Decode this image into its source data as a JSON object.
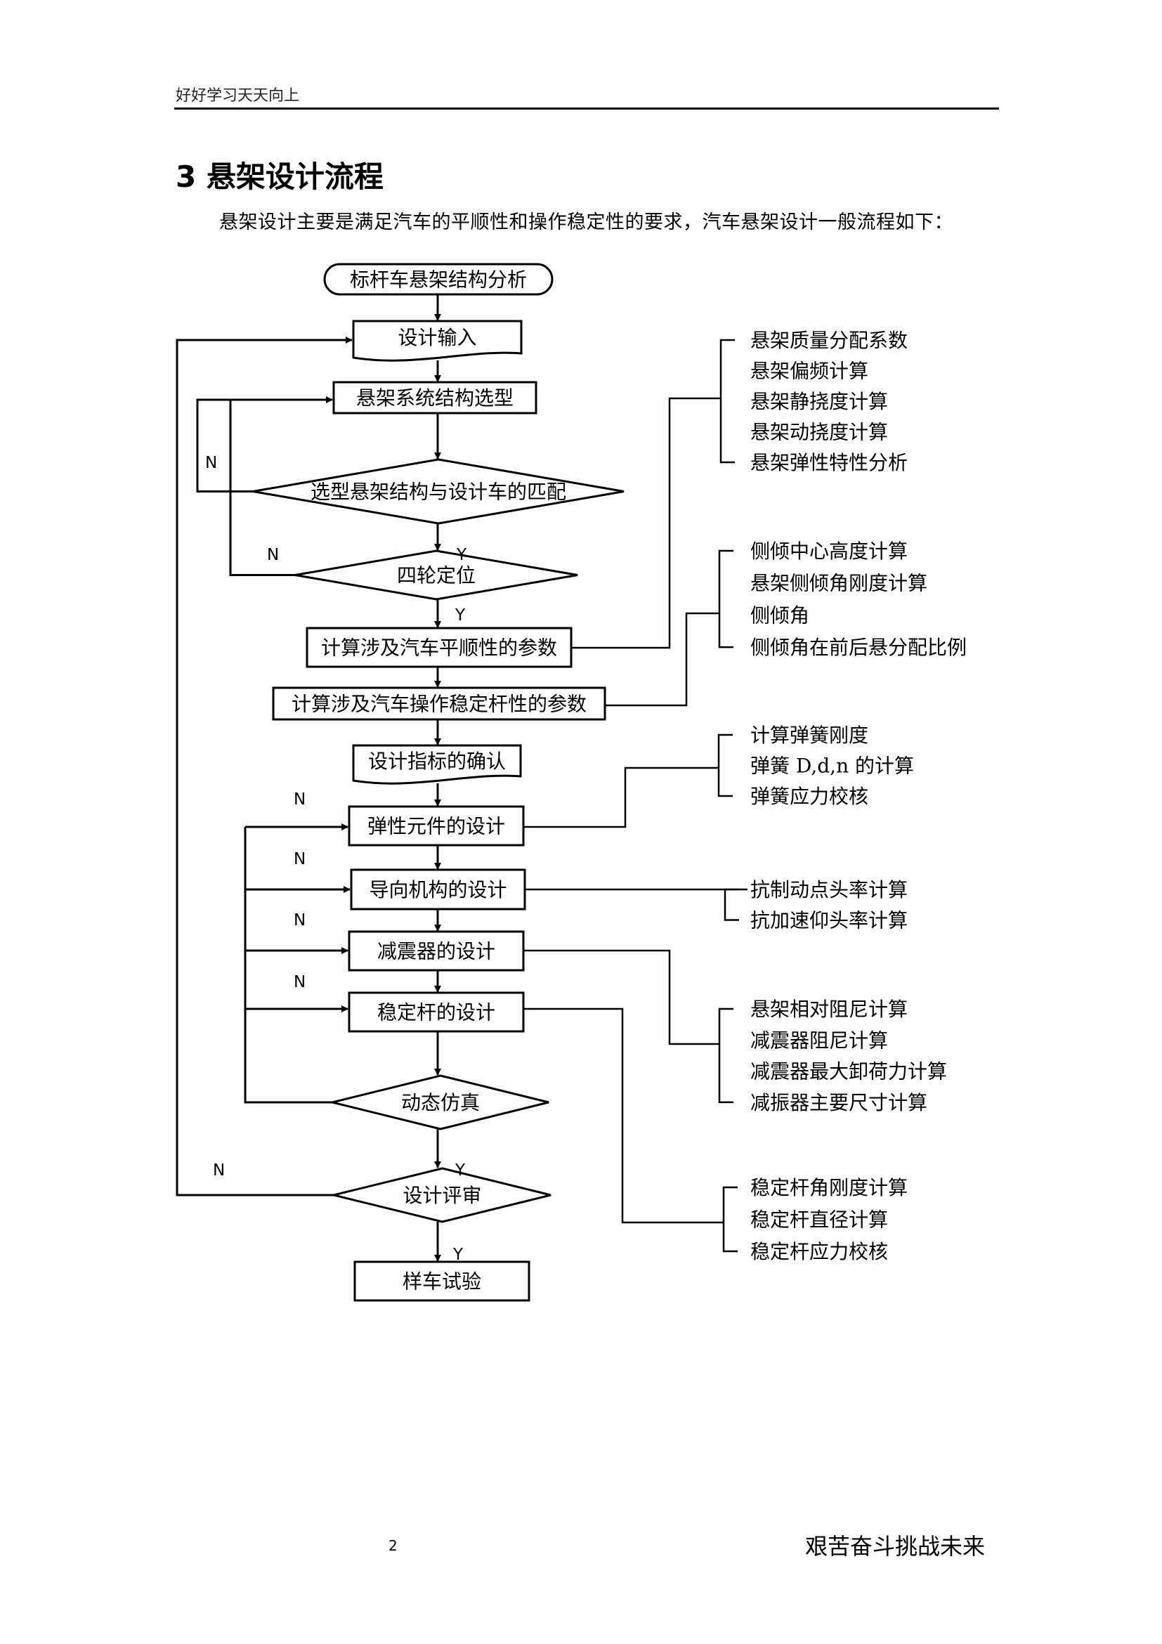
{
  "header": {
    "text": "好好学习天天向上"
  },
  "section": {
    "title": "3 悬架设计流程",
    "intro": "悬架设计主要是满足汽车的平顺性和操作稳定性的要求，汽车悬架设计一般流程如下："
  },
  "flowchart": {
    "nodes": [
      {
        "id": "start",
        "shape": "terminal",
        "label": "标杆车悬架结构分析"
      },
      {
        "id": "input",
        "shape": "document",
        "label": "设计输入"
      },
      {
        "id": "select",
        "shape": "process",
        "label": "悬架系统结构选型"
      },
      {
        "id": "match",
        "shape": "decision",
        "label": "选型悬架结构与设计车的匹配"
      },
      {
        "id": "align",
        "shape": "decision",
        "label": "四轮定位"
      },
      {
        "id": "ride",
        "shape": "process",
        "label": "计算涉及汽车平顺性的参数"
      },
      {
        "id": "handling",
        "shape": "process",
        "label": "计算涉及汽车操作稳定杆性的参数"
      },
      {
        "id": "targets",
        "shape": "document",
        "label": "设计指标的确认"
      },
      {
        "id": "spring",
        "shape": "process",
        "label": "弹性元件的设计"
      },
      {
        "id": "guide",
        "shape": "process",
        "label": "导向机构的设计"
      },
      {
        "id": "damper",
        "shape": "process",
        "label": "减震器的设计"
      },
      {
        "id": "stabilizer",
        "shape": "process",
        "label": "稳定杆的设计"
      },
      {
        "id": "sim",
        "shape": "decision",
        "label": "动态仿真"
      },
      {
        "id": "review",
        "shape": "decision",
        "label": "设计评审"
      },
      {
        "id": "test",
        "shape": "process",
        "label": "样车试验"
      }
    ],
    "branch_labels": {
      "yes": "Y",
      "no": "N"
    },
    "annotations": [
      {
        "from": "ride",
        "items": [
          "悬架质量分配系数",
          "悬架偏频计算",
          "悬架静挠度计算",
          "悬架动挠度计算",
          "悬架弹性特性分析"
        ]
      },
      {
        "from": "handling",
        "items": [
          "侧倾中心高度计算",
          "悬架侧倾角刚度计算",
          "侧倾角",
          "侧倾角在前后悬分配比例"
        ]
      },
      {
        "from": "spring",
        "items": [
          "计算弹簧刚度",
          "弹簧 D,d,n 的计算",
          "弹簧应力校核"
        ]
      },
      {
        "from": "guide",
        "items": [
          "抗制动点头率计算",
          "抗加速仰头率计算"
        ]
      },
      {
        "from": "damper",
        "items": [
          "悬架相对阻尼计算",
          "减震器阻尼计算",
          "减震器最大卸荷力计算",
          "减振器主要尺寸计算"
        ]
      },
      {
        "from": "stabilizer",
        "items": [
          "稳定杆角刚度计算",
          "稳定杆直径计算",
          "稳定杆应力校核"
        ]
      }
    ]
  },
  "footer": {
    "page_number": "2",
    "text": "艰苦奋斗挑战未来"
  }
}
